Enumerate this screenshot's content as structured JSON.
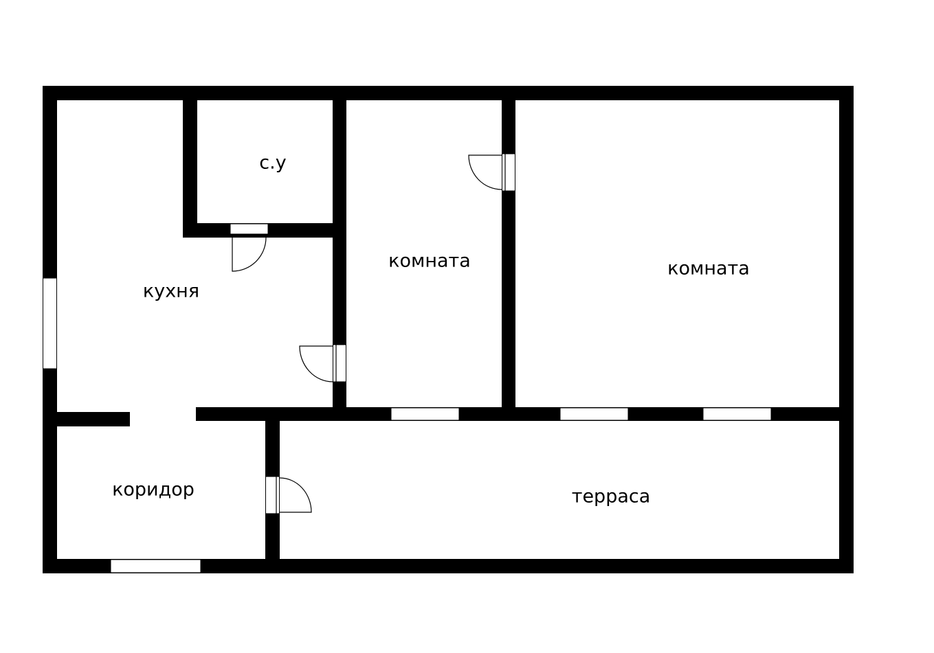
{
  "plan": {
    "rooms": [
      {
        "id": "bathroom",
        "label": "с.у"
      },
      {
        "id": "kitchen",
        "label": "кухня"
      },
      {
        "id": "room-1",
        "label": "комната"
      },
      {
        "id": "room-2",
        "label": "комната"
      },
      {
        "id": "corridor",
        "label": "коридор"
      },
      {
        "id": "terrace",
        "label": "терраса"
      }
    ],
    "colors": {
      "wall": "#000000",
      "background": "#ffffff"
    }
  }
}
